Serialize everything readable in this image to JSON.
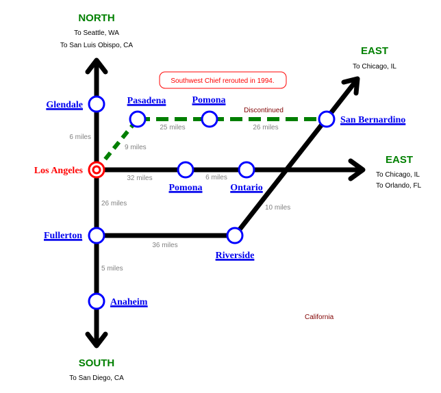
{
  "colors": {
    "track": "#000000",
    "discontinued_track": "#007f00",
    "station": "#0000ff",
    "hub": "#ff0000",
    "direction": "#008000",
    "miles": "#808080",
    "note": "#ff0000",
    "state": "#800000"
  },
  "directions": {
    "north": {
      "title": "NORTH",
      "lines": [
        "To Seattle, WA",
        "To San Luis Obispo, CA"
      ]
    },
    "south": {
      "title": "SOUTH",
      "lines": [
        "To San Diego, CA"
      ]
    },
    "east_upper": {
      "title": "EAST",
      "lines": [
        "To Chicago, IL"
      ]
    },
    "east_lower": {
      "title": "EAST",
      "lines": [
        "To Chicago, IL",
        "To Orlando, FL"
      ]
    }
  },
  "hub": {
    "name": "Los Angeles"
  },
  "stations": {
    "glendale": "Glendale",
    "pasadena": "Pasadena",
    "pomona_upper": "Pomona",
    "san_bernardino": "San Bernardino",
    "pomona_lower": "Pomona",
    "ontario": "Ontario",
    "fullerton": "Fullerton",
    "riverside": "Riverside",
    "anaheim": "Anaheim"
  },
  "distances": {
    "la_glendale": "6 miles",
    "la_pasadena": "9 miles",
    "pasadena_pomona": "25 miles",
    "pomona_sanbernardino": "26 miles",
    "la_pomona": "32 miles",
    "pomona_ontario": "6 miles",
    "la_fullerton": "26 miles",
    "fullerton_riverside": "36 miles",
    "riverside_sanbernardino": "10 miles",
    "fullerton_anaheim": "5 miles"
  },
  "labels": {
    "discontinued": "Discontinued",
    "reroute_note": "Southwest Chief rerouted in 1994.",
    "state": "California"
  }
}
